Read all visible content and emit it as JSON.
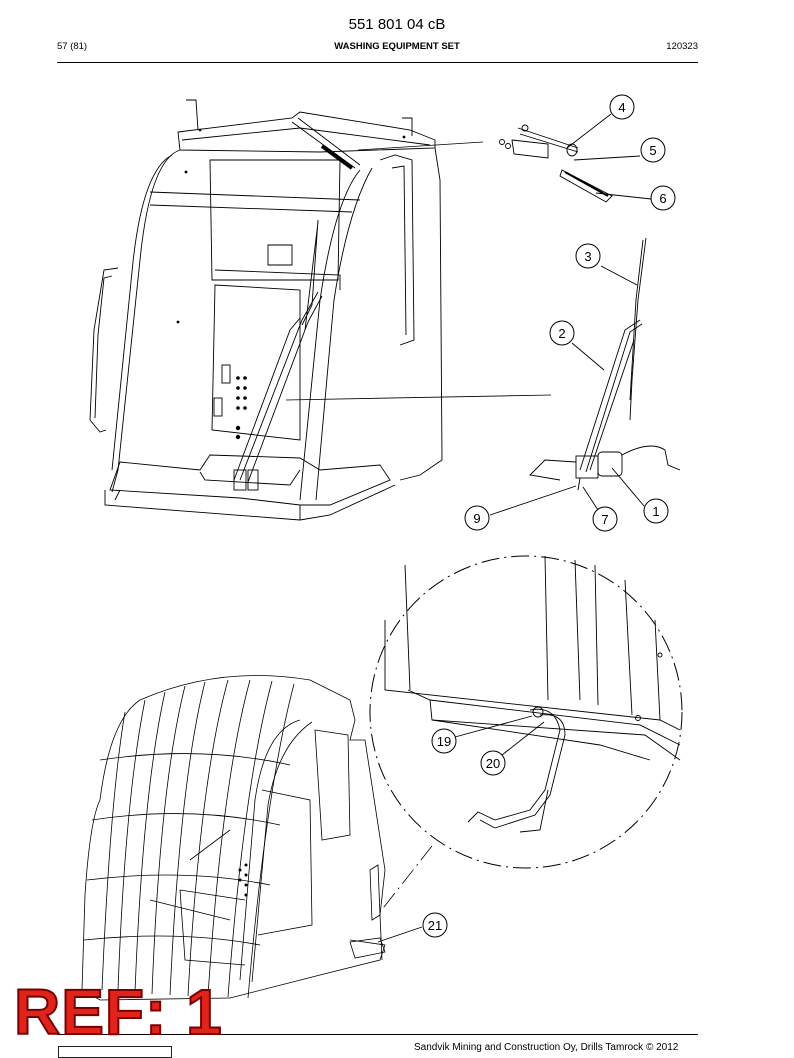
{
  "header": {
    "doc_number": "551 801 04 cB",
    "page": "57 (81)",
    "title": "WASHING EQUIPMENT SET",
    "code": "120323"
  },
  "callouts": [
    "4",
    "5",
    "6",
    "3",
    "2",
    "1",
    "9",
    "7",
    "19",
    "20",
    "21"
  ],
  "stamp": "REF: 1",
  "footer": {
    "copyright": "Sandvik Mining and Construction Oy, Drills Tamrock © 2012"
  },
  "colors": {
    "stamp": "#e0241b",
    "line": "#000000"
  }
}
